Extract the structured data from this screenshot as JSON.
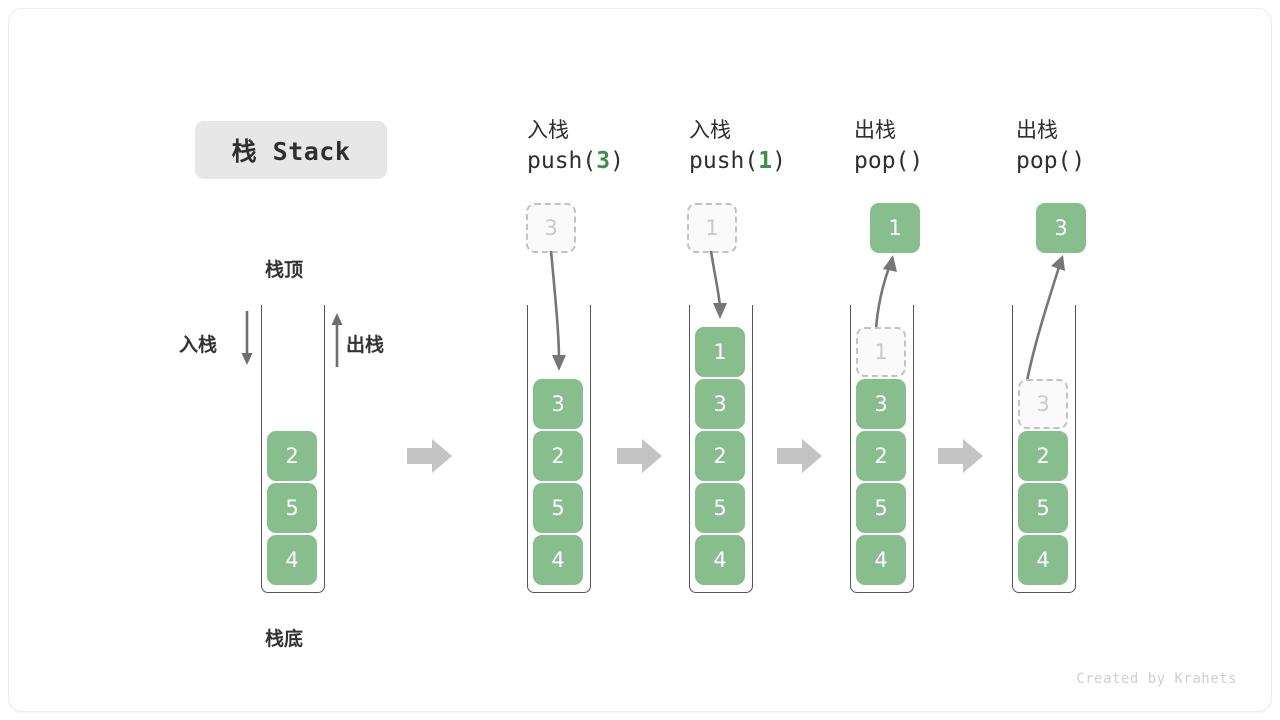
{
  "title": {
    "badge_label": "栈 Stack"
  },
  "labels": {
    "top": "栈顶",
    "bottom": "栈底",
    "push": "入栈",
    "pop": "出栈"
  },
  "footer": {
    "credit": "Created by Krahets"
  },
  "colors": {
    "cell_green": "#88bd8e",
    "cell_text": "#ffffff",
    "ghost_fill": "#fafafa",
    "ghost_border": "#c2c2c2",
    "ghost_text": "#c9c9c9",
    "arrow_gray": "#c4c4c4",
    "curve_gray": "#767676",
    "badge_bg": "#e7e7e7",
    "accent_green": "#3f8f4a"
  },
  "stages": [
    {
      "id": "initial",
      "caption_cjk": "",
      "caption_code": "",
      "cells": [
        {
          "value": "2",
          "type": "solid"
        },
        {
          "value": "5",
          "type": "solid"
        },
        {
          "value": "4",
          "type": "solid"
        }
      ]
    },
    {
      "id": "push-3",
      "caption_cjk": "入栈",
      "caption_code_prefix": "push(",
      "caption_code_arg": "3",
      "caption_code_suffix": ")",
      "floating": {
        "value": "3",
        "type": "ghost"
      },
      "cells": [
        {
          "value": "3",
          "type": "solid"
        },
        {
          "value": "2",
          "type": "solid"
        },
        {
          "value": "5",
          "type": "solid"
        },
        {
          "value": "4",
          "type": "solid"
        }
      ]
    },
    {
      "id": "push-1",
      "caption_cjk": "入栈",
      "caption_code_prefix": "push(",
      "caption_code_arg": "1",
      "caption_code_suffix": ")",
      "floating": {
        "value": "1",
        "type": "ghost"
      },
      "cells": [
        {
          "value": "1",
          "type": "solid"
        },
        {
          "value": "3",
          "type": "solid"
        },
        {
          "value": "2",
          "type": "solid"
        },
        {
          "value": "5",
          "type": "solid"
        },
        {
          "value": "4",
          "type": "solid"
        }
      ]
    },
    {
      "id": "pop-1",
      "caption_cjk": "出栈",
      "caption_code_prefix": "pop(",
      "caption_code_arg": "",
      "caption_code_suffix": ")",
      "floating": {
        "value": "1",
        "type": "solid"
      },
      "cells": [
        {
          "value": "1",
          "type": "ghost"
        },
        {
          "value": "3",
          "type": "solid"
        },
        {
          "value": "2",
          "type": "solid"
        },
        {
          "value": "5",
          "type": "solid"
        },
        {
          "value": "4",
          "type": "solid"
        }
      ]
    },
    {
      "id": "pop-3",
      "caption_cjk": "出栈",
      "caption_code_prefix": "pop(",
      "caption_code_arg": "",
      "caption_code_suffix": ")",
      "floating": {
        "value": "3",
        "type": "solid"
      },
      "cells": [
        {
          "value": "3",
          "type": "ghost"
        },
        {
          "value": "2",
          "type": "solid"
        },
        {
          "value": "5",
          "type": "solid"
        },
        {
          "value": "4",
          "type": "solid"
        }
      ]
    }
  ]
}
